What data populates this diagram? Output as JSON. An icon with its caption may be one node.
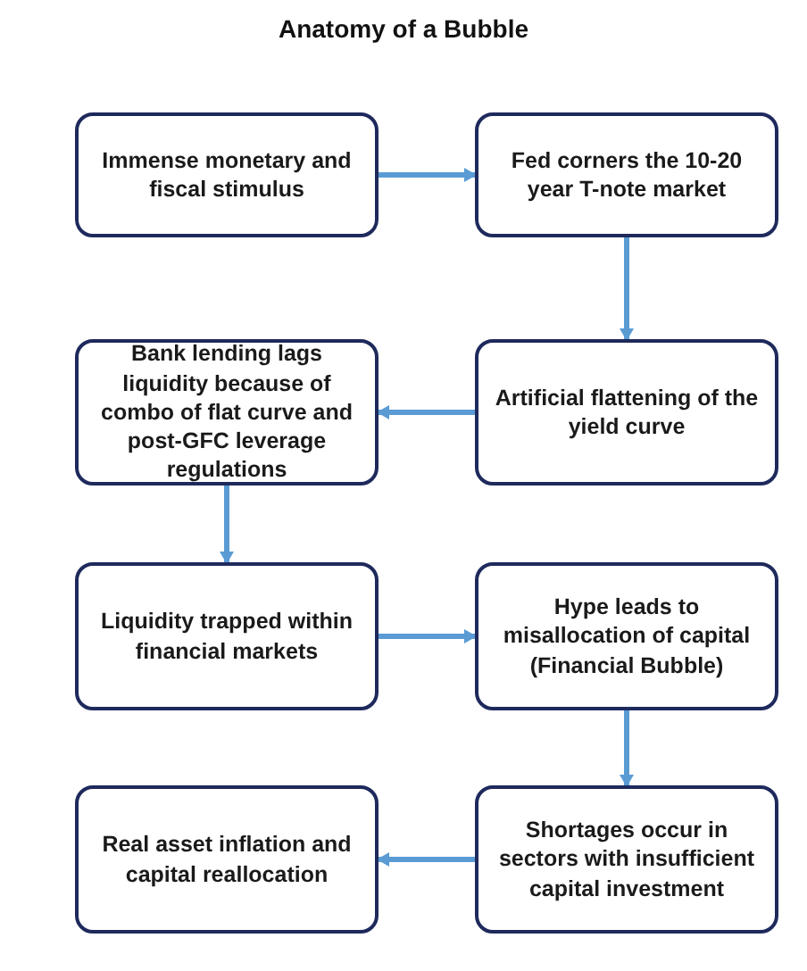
{
  "diagram": {
    "title": "Anatomy of a Bubble",
    "nodes": [
      {
        "text": [
          "Immense monetary and fiscal stimulus"
        ]
      },
      {
        "text": [
          "Fed corners the 10-20 year T-note market"
        ]
      },
      {
        "text": [
          "Bank lending lags liquidity because of combo of flat curve and post-GFC leverage regulations"
        ]
      },
      {
        "text": [
          "Artificial flattening of the yield curve"
        ]
      },
      {
        "text": [
          "Liquidity trapped within financial markets"
        ]
      },
      {
        "text": [
          "Hype leads to misallocation of capital (Financial Bubble)"
        ]
      },
      {
        "text": [
          "Shortages occur in sectors with insufficient capital investment"
        ]
      },
      {
        "text": [
          "Real asset inflation and capital reallocation"
        ]
      }
    ],
    "edges": [
      {
        "from": 0,
        "to": 1,
        "arrow": "to"
      },
      {
        "from": 1,
        "to": 3,
        "arrow": "to"
      },
      {
        "from": 3,
        "to": 2,
        "arrow": "to"
      },
      {
        "from": 2,
        "to": 4,
        "arrow": "to"
      },
      {
        "from": 4,
        "to": 5,
        "arrow": "to"
      },
      {
        "from": 5,
        "to": 6,
        "arrow": "to"
      },
      {
        "from": 6,
        "to": 7,
        "arrow": "to"
      }
    ]
  }
}
